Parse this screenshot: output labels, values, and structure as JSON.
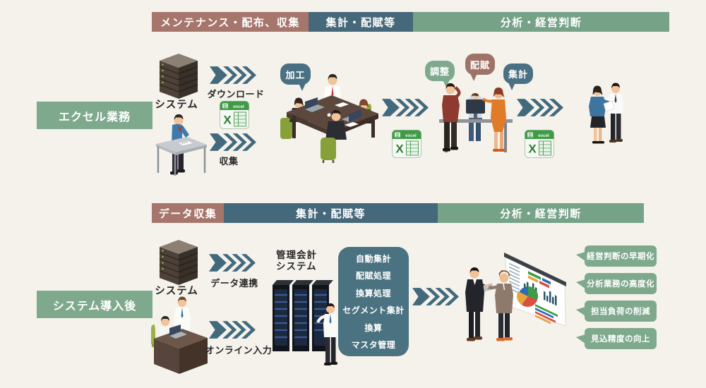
{
  "colors": {
    "bg": "#f5f2ec",
    "brown": "#a6766c",
    "teal": "#45687a",
    "green": "#76a288",
    "side_green": "#7ea98d",
    "tag_green": "#7ea98d",
    "bubble_teal": "#4a7083",
    "bubble_green": "#7fa98e",
    "bubble_brown": "#9f7268",
    "funcbox_teal": "#4b7280",
    "arrow": "#426a7c",
    "excel_green": "#3f9c46"
  },
  "icons": {
    "server": "server-tower-icon",
    "excel": "excel-file-icon",
    "arrow": "flow-chevron-icon"
  },
  "excel_icon_label": "excel",
  "excel_icon_x": "X",
  "row1": {
    "side_label": "エクセル業務",
    "headers": [
      {
        "label": "メンテナンス・配布、収集"
      },
      {
        "label": "集計・配賦等"
      },
      {
        "label": "分析・経営判断"
      }
    ],
    "system_label": "システム",
    "download_label": "ダウンロード",
    "collect_label": "収集",
    "bubble_processing": "加工",
    "bubble_adjust": "調整",
    "bubble_allocate": "配賦",
    "bubble_aggregate": "集計"
  },
  "row2": {
    "side_label": "システム導入後",
    "headers": [
      {
        "label": "データ収集"
      },
      {
        "label": "集計・配賦等"
      },
      {
        "label": "分析・経営判断"
      }
    ],
    "system_label": "システム",
    "data_link_label": "データ連携",
    "online_input_label": "オンライン入力",
    "mgmt_system_line1": "管理会計",
    "mgmt_system_line2": "システム",
    "functions": [
      "自動集計",
      "配賦処理",
      "換算処理",
      "セグメント集計",
      "換算",
      "マスタ管理"
    ],
    "benefits": [
      "経営判断の早期化",
      "分析業務の高度化",
      "担当負荷の削減",
      "見込精度の向上"
    ]
  }
}
